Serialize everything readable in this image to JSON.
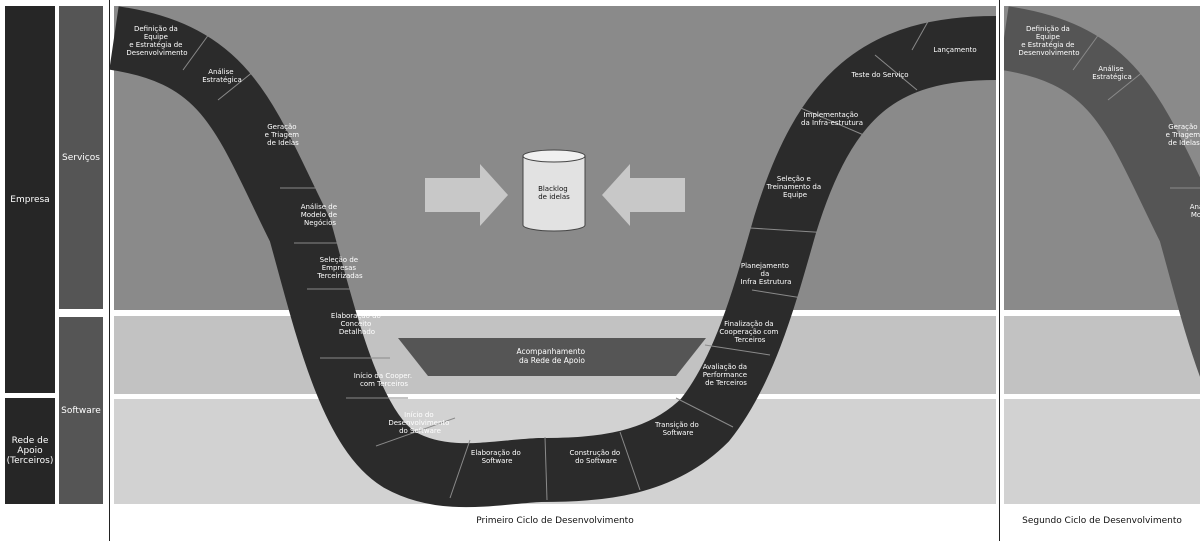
{
  "left_labels": {
    "empresa": "Empresa",
    "servicos": "Serviços",
    "software": "Software",
    "rede": "Rede de\nApoio\n(Terceiros)"
  },
  "cycle1": {
    "caption": "Primeiro Ciclo de Desenvolvimento",
    "backlog": [
      "Blacklog",
      "de idelas"
    ],
    "acompanhamento": [
      "Acompanhamento",
      "da Rede de Apoio"
    ],
    "stages": [
      [
        "Definição da",
        "Equipe",
        "e Estratégia de",
        "Desenvolvimento"
      ],
      [
        "Análise",
        "Estratégica"
      ],
      [
        "Geração",
        "e Triagem",
        "de Idelas"
      ],
      [
        "Análise de",
        "Modelo de",
        "Negócios"
      ],
      [
        "Seleção de",
        "Empresas",
        "Terceirizadas"
      ],
      [
        "Elaboração do",
        "Conceito",
        "Detalhado"
      ],
      [
        "Início da Cooper.",
        "com Terceiros"
      ],
      [
        "Início do",
        "Desenvolvimento",
        "do Software"
      ],
      [
        "Elaboração do",
        "Software"
      ],
      [
        "Construção do",
        "do Software"
      ],
      [
        "Transição do",
        "Software"
      ],
      [
        "Avaliação da",
        "Performance",
        "de Terceiros"
      ],
      [
        "Finalização da",
        "Cooperação com",
        "Terceiros"
      ],
      [
        "Planejamento",
        "da",
        "Infra Estrutura"
      ],
      [
        "Seleção e",
        "Treinamento da",
        "Equipe"
      ],
      [
        "Implementação",
        "da Infra-estrutura"
      ],
      [
        "Teste do Serviço"
      ],
      [
        "Lançamento"
      ]
    ]
  },
  "cycle2": {
    "caption": "Segundo Ciclo de Desenvolvimento",
    "stages": [
      [
        "Definição da",
        "Equipe",
        "e Estratégia de",
        "Desenvolvimento"
      ],
      [
        "Análise",
        "Estratégica"
      ],
      [
        "Geração",
        "e Triagem",
        "de Idelas"
      ],
      [
        "Análise de",
        "Modelo de"
      ]
    ]
  },
  "colors": {
    "top_band": "#8a8a8a",
    "middle_band": "#c2c2c2",
    "bottom_band": "#d2d2d2",
    "road": "#2b2b2b",
    "left_dark": "#262626",
    "left_mid": "#555555",
    "arrow": "#c8c8c8"
  }
}
